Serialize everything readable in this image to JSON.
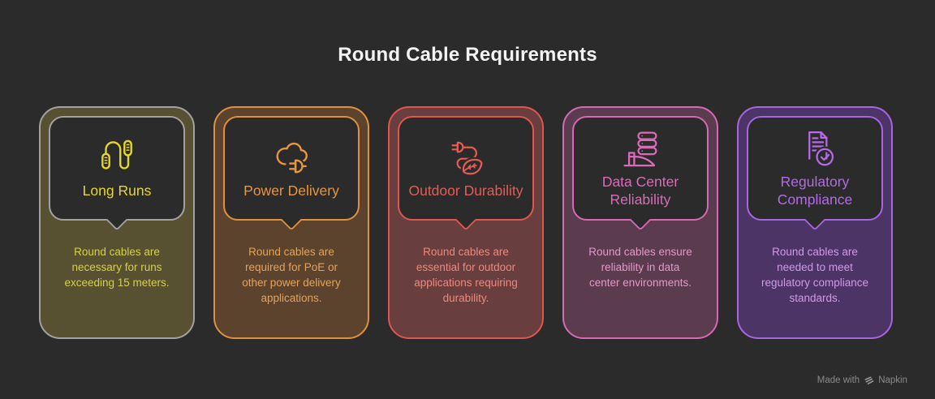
{
  "page": {
    "title": "Round Cable Requirements",
    "background": "#2b2b2b",
    "title_color": "#f2f2f2"
  },
  "cards": [
    {
      "title": "Long Runs",
      "body": "Round cables are necessary for runs exceeding 15 meters.",
      "icon": "cable-icon",
      "colors": {
        "border": "#a2a2a2",
        "fill": "#575132",
        "accent": "#e7d821",
        "body": "#d8cf48"
      }
    },
    {
      "title": "Power Delivery",
      "body": "Round cables are required for PoE or other power delivery applications.",
      "icon": "cloud-plug-icon",
      "colors": {
        "border": "#e0913d",
        "fill": "#5c432d",
        "accent": "#e8963f",
        "body": "#e4a35b"
      }
    },
    {
      "title": "Outdoor Durability",
      "body": "Round cables are essential for outdoor applications requiring durability.",
      "icon": "plug-leaf-icon",
      "colors": {
        "border": "#e0564e",
        "fill": "#683f3e",
        "accent": "#e45c53",
        "body": "#eb897e"
      }
    },
    {
      "title": "Data Center Reliability",
      "body": "Round cables ensure reliability in data center environments.",
      "icon": "server-hand-icon",
      "colors": {
        "border": "#d768b4",
        "fill": "#5b3c4f",
        "accent": "#d96cb6",
        "body": "#e199c9"
      }
    },
    {
      "title": "Regulatory Compliance",
      "body": "Round cables are needed to meet regulatory compliance standards.",
      "icon": "document-check-icon",
      "colors": {
        "border": "#a964e1",
        "fill": "#4d3467",
        "accent": "#b46ae7",
        "body": "#cf9ae5"
      }
    }
  ],
  "watermark": {
    "prefix": "Made with",
    "brand": "Napkin"
  }
}
